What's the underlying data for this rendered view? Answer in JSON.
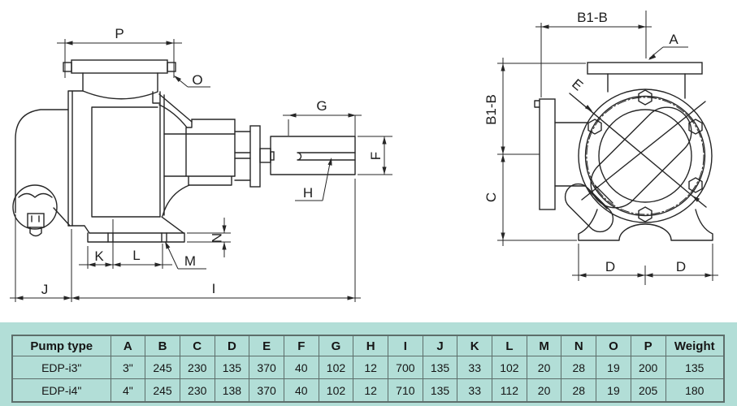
{
  "colors": {
    "band_bg": "#b2ded7",
    "drawing_line": "#262626",
    "table_border": "#5d6e6b",
    "text": "#1e1e1e"
  },
  "drawing": {
    "side": {
      "p": "P",
      "o": "O",
      "g": "G",
      "f": "F",
      "h": "H",
      "n": "N",
      "k": "K",
      "l": "L",
      "m": "M",
      "j": "J",
      "i": "I"
    },
    "end": {
      "b1b_top": "B1-B",
      "b1b_side": "B1-B",
      "a": "A",
      "e": "E",
      "c": "C",
      "d_left": "D",
      "d_right": "D"
    }
  },
  "table": {
    "headers": [
      "Pump type",
      "A",
      "B",
      "C",
      "D",
      "E",
      "F",
      "G",
      "H",
      "I",
      "J",
      "K",
      "L",
      "M",
      "N",
      "O",
      "P",
      "Weight"
    ],
    "rows": [
      {
        "cells": [
          "EDP-i3\"",
          "3\"",
          "245",
          "230",
          "135",
          "370",
          "40",
          "102",
          "12",
          "700",
          "135",
          "33",
          "102",
          "20",
          "28",
          "19",
          "200",
          "135"
        ]
      },
      {
        "cells": [
          "EDP-i4\"",
          "4\"",
          "245",
          "230",
          "138",
          "370",
          "40",
          "102",
          "12",
          "710",
          "135",
          "33",
          "112",
          "20",
          "28",
          "19",
          "205",
          "180"
        ]
      }
    ]
  }
}
